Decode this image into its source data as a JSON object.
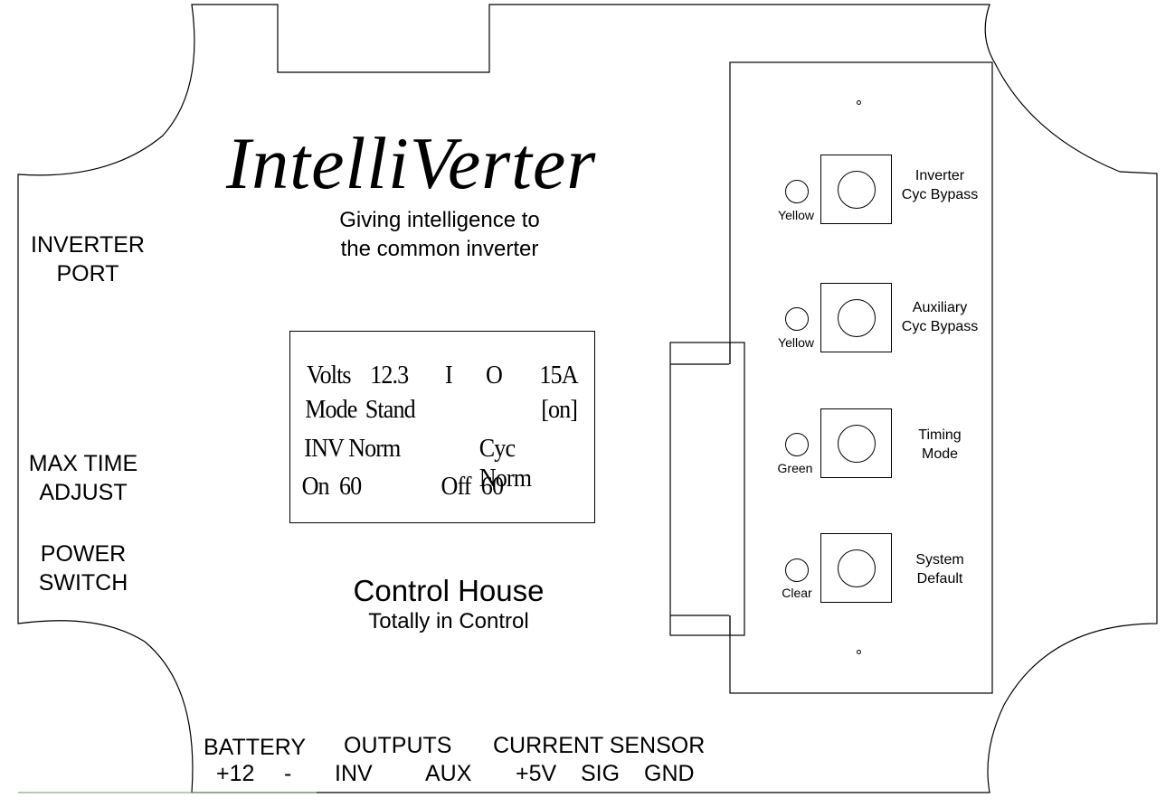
{
  "brand": {
    "title": "IntelliVerter",
    "tagline_line1": "Giving intelligence to",
    "tagline_line2": "the common inverter"
  },
  "left_labels": {
    "inverter_port": [
      "INVERTER",
      "PORT"
    ],
    "max_time_adjust": [
      "MAX TIME",
      "ADJUST"
    ],
    "power_switch": [
      "POWER",
      "SWITCH"
    ]
  },
  "lcd": {
    "row1": {
      "label": "Volts",
      "volts": "12.3",
      "in": "I",
      "out": "O",
      "current": "15A"
    },
    "row2": {
      "label": "Mode",
      "mode": "Stand",
      "state": "[on]"
    },
    "row3": {
      "inv": "INV Norm",
      "cyc": "Cyc Norm"
    },
    "row4": {
      "on": "On  60",
      "off": "Off  60"
    }
  },
  "company": {
    "name": "Control House",
    "slogan": "Totally in Control"
  },
  "buttons": [
    {
      "led_color": "Yellow",
      "label_line1": "Inverter",
      "label_line2": "Cyc Bypass"
    },
    {
      "led_color": "Yellow",
      "label_line1": "Auxiliary",
      "label_line2": "Cyc Bypass"
    },
    {
      "led_color": "Green",
      "label_line1": "Timing",
      "label_line2": "Mode"
    },
    {
      "led_color": "Clear",
      "label_line1": "System",
      "label_line2": "Default"
    }
  ],
  "bottom_terminals": {
    "battery": {
      "heading": "BATTERY",
      "pins": [
        "+12",
        "-"
      ]
    },
    "outputs": {
      "heading": "OUTPUTS",
      "pins": [
        "INV",
        "AUX"
      ]
    },
    "current_sensor": {
      "heading": "CURRENT SENSOR",
      "pins": [
        "+5V",
        "SIG",
        "GND"
      ]
    }
  }
}
